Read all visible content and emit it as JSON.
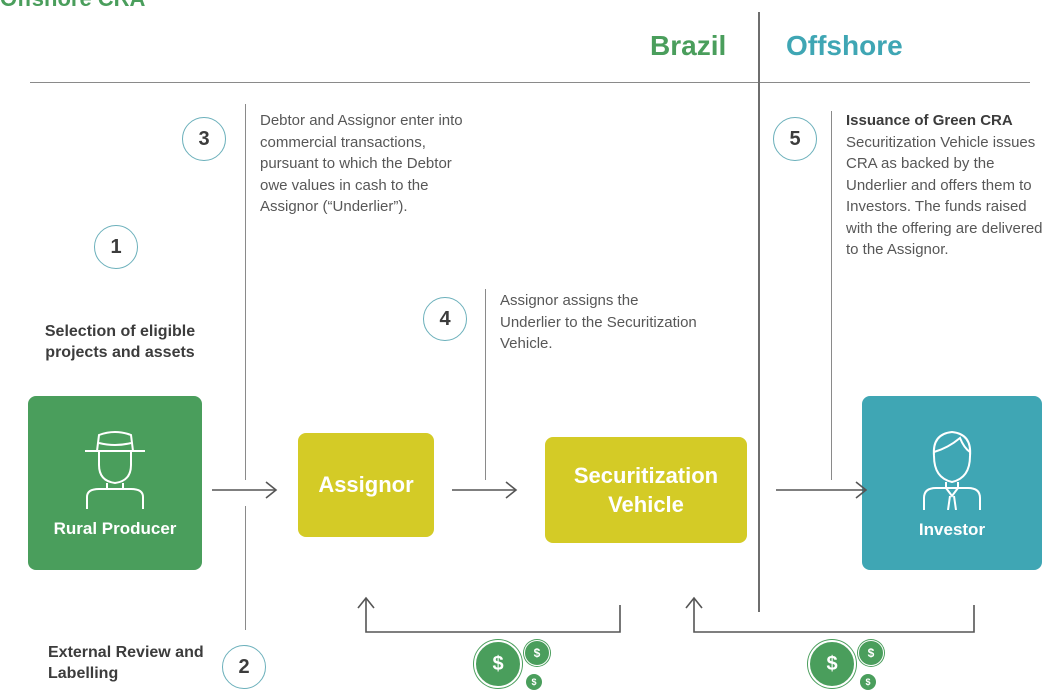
{
  "header": {
    "title": "Offshore CRA",
    "region_left": "Brazil",
    "region_right": "Offshore"
  },
  "steps": {
    "s1": {
      "number": "1",
      "label": "Selection of eligible projects and assets"
    },
    "s2": {
      "number": "2",
      "label": "External Review and Labelling"
    },
    "s3": {
      "number": "3",
      "text": "Debtor and Assignor enter into commercial transactions, pursuant to which the Debtor owe values in cash to the Assignor (“Underlier”)."
    },
    "s4": {
      "number": "4",
      "text": "Assignor assigns the Underlier to the Securitization Vehicle."
    },
    "s5": {
      "number": "5",
      "title": "Issuance of Green CRA",
      "text": "Securitization Vehicle issues CRA as backed by the Underlier and offers them to Investors. The funds raised with the offering are delivered to the Assignor."
    }
  },
  "entities": {
    "rural_producer": "Rural Producer",
    "assignor": "Assignor",
    "securitization_vehicle": "Securitization Vehicle",
    "investor": "Investor"
  },
  "money_symbol": "$",
  "colors": {
    "green": "#4a9e5c",
    "yellow": "#d4cb26",
    "teal": "#3fa6b4",
    "circle_border": "#6bb0bb"
  },
  "icons": [
    "farmer-icon",
    "investor-icon",
    "dollar-coins-icon",
    "arrow-right-icon",
    "arrow-up-icon"
  ]
}
